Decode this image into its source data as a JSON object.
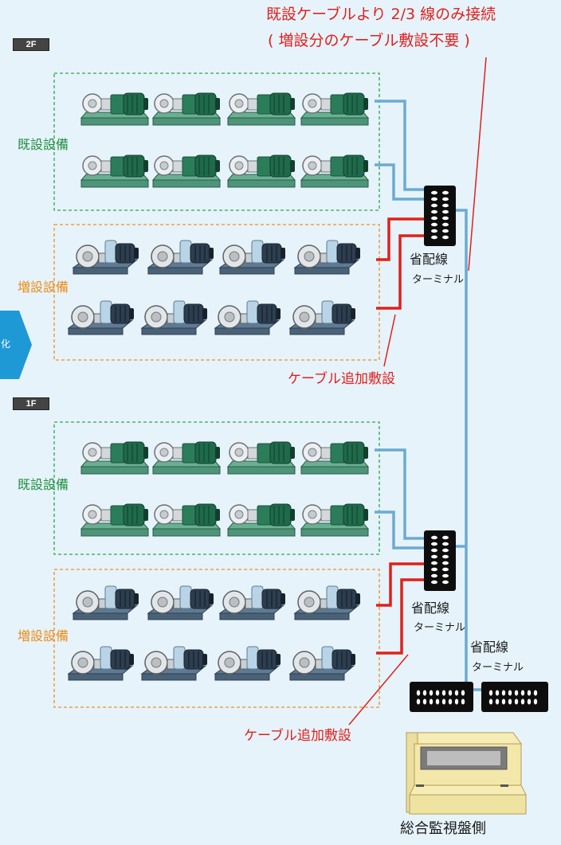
{
  "annotation": {
    "line1": "既設ケーブルより 2/3 線のみ接続",
    "line2": "( 増設分のケーブル敷設不要 )"
  },
  "floors": {
    "upper": "2F",
    "lower": "1F"
  },
  "groups": {
    "existing": "既設設備",
    "added": "増設設備"
  },
  "terminal": {
    "title": "省配線",
    "subtitle": "ターミナル"
  },
  "cable_note": "ケーブル追加敷設",
  "panel_label": "総合監視盤側",
  "left_arrow_text": "化",
  "colors": {
    "existing_line": "#6aabd2",
    "added_line": "#e1201b",
    "existing_box": "#2ea84a",
    "added_box": "#f0901c",
    "background": "#e6f3fb"
  }
}
